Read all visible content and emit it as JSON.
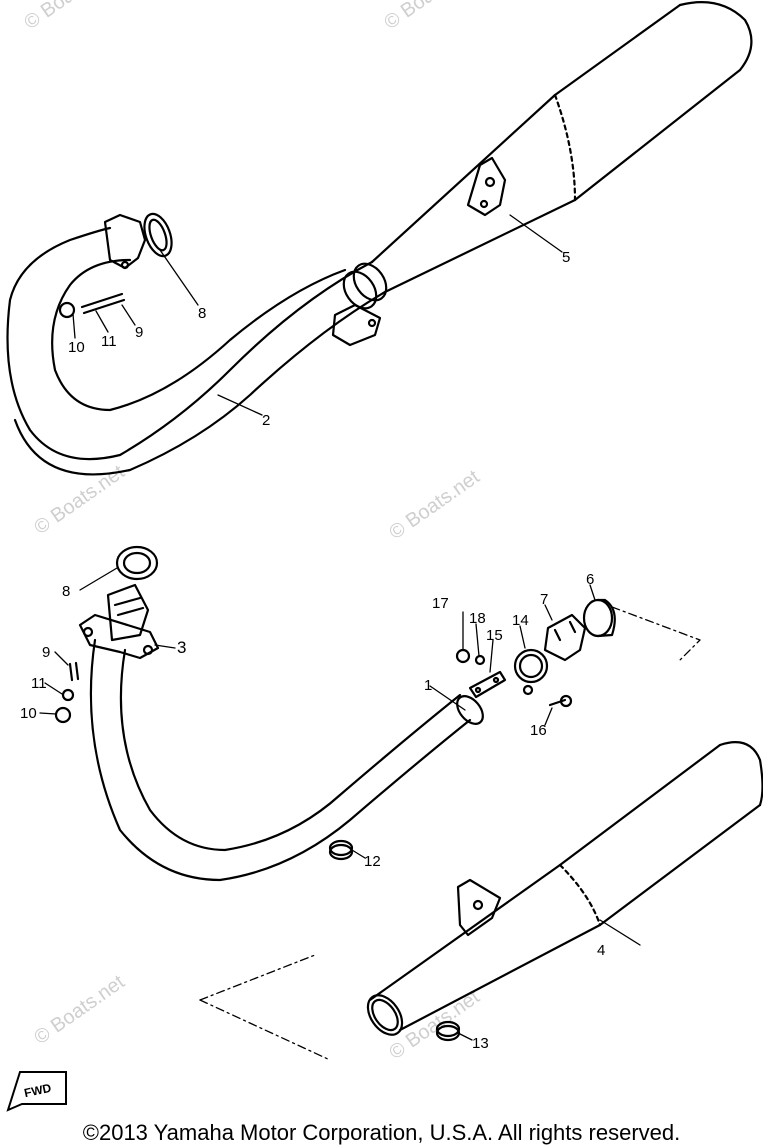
{
  "diagram": {
    "callouts": [
      {
        "id": "c1",
        "label": "1"
      },
      {
        "id": "c2",
        "label": "2"
      },
      {
        "id": "c3",
        "label": "3"
      },
      {
        "id": "c4",
        "label": "4"
      },
      {
        "id": "c5",
        "label": "5"
      },
      {
        "id": "c6",
        "label": "6"
      },
      {
        "id": "c7",
        "label": "7"
      },
      {
        "id": "c8a",
        "label": "8"
      },
      {
        "id": "c8b",
        "label": "8"
      },
      {
        "id": "c9a",
        "label": "9"
      },
      {
        "id": "c9b",
        "label": "9"
      },
      {
        "id": "c10a",
        "label": "10"
      },
      {
        "id": "c10b",
        "label": "10"
      },
      {
        "id": "c11a",
        "label": "11"
      },
      {
        "id": "c11b",
        "label": "11"
      },
      {
        "id": "c12",
        "label": "12"
      },
      {
        "id": "c13",
        "label": "13"
      },
      {
        "id": "c14",
        "label": "14"
      },
      {
        "id": "c15",
        "label": "15"
      },
      {
        "id": "c16",
        "label": "16"
      },
      {
        "id": "c17",
        "label": "17"
      },
      {
        "id": "c18",
        "label": "18"
      }
    ],
    "forward_marker": "FWD"
  },
  "watermark": "© Boats.net",
  "copyright": "©2013 Yamaha Motor Corporation, U.S.A. All rights reserved."
}
